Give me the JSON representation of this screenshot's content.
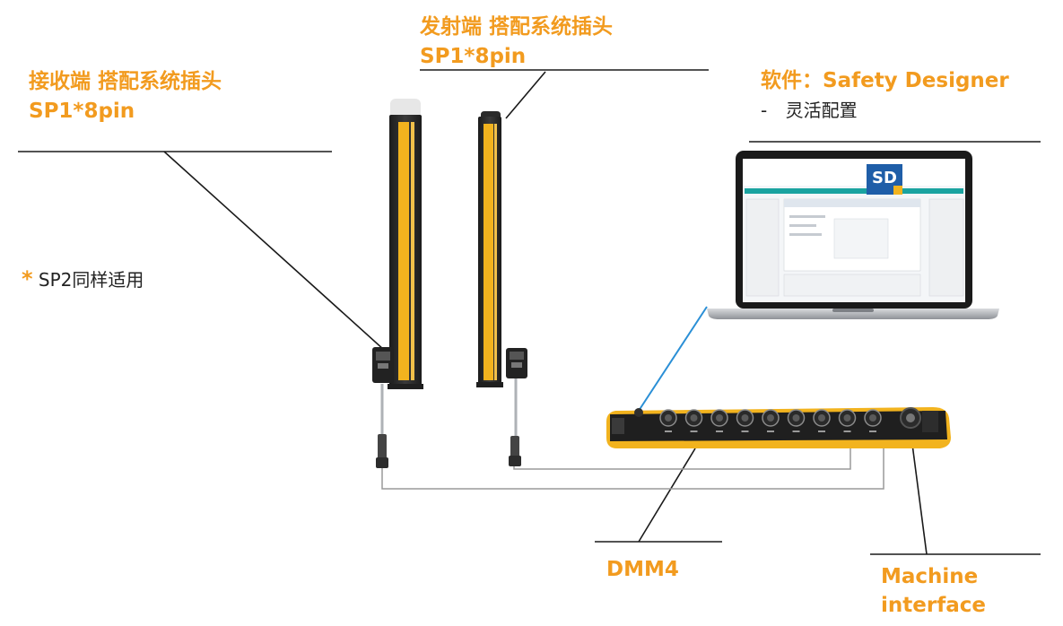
{
  "receiver": {
    "title": "接收端 搭配系统插头",
    "subtitle": "SP1*8pin"
  },
  "emitter": {
    "title": "发射端 搭配系统插头",
    "subtitle": "SP1*8pin"
  },
  "note": {
    "asterisk": "*",
    "text": "SP2同样适用"
  },
  "software": {
    "title": "软件：Safety Designer",
    "bullet_dash": "-",
    "bullet_text": "灵活配置",
    "logo_text": "SD"
  },
  "dmm4": {
    "label": "DMM4"
  },
  "machine_interface": {
    "line1": "Machine",
    "line2": "interface"
  },
  "colors": {
    "accent": "#f29b1f",
    "device_yellow": "#f2b31e",
    "device_dark": "#262626",
    "cable_blue": "#2a8fd6",
    "logo_blue": "#1f5ea8"
  }
}
